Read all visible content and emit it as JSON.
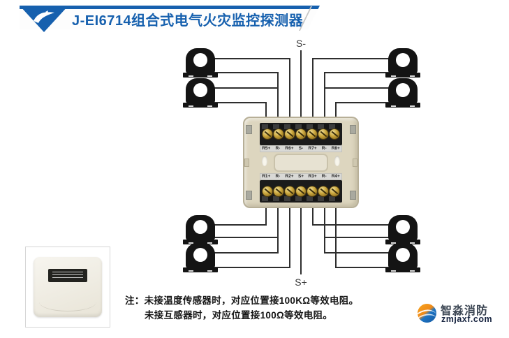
{
  "header": {
    "title": "J-EI6714组合式电气火灾监控探测器"
  },
  "icons": {
    "brand_emblem": "white-swoosh-bird-on-blue-triangle",
    "current_transformer": "black-ring-clamp-ct",
    "terminal_screw": "brass-screw",
    "watermark_logo": "orange-blue-swirl-circle"
  },
  "bus": {
    "top_label": "S-",
    "bottom_label": "S+"
  },
  "device": {
    "top_terminals": [
      "R5+",
      "R-",
      "R6+",
      "S-",
      "R7+",
      "R-",
      "R8+"
    ],
    "bottom_terminals": [
      "R1+",
      "R-",
      "R2+",
      "S+",
      "R3+",
      "R-",
      "R4+"
    ]
  },
  "note": {
    "prefix": "注：",
    "line1": "未接温度传感器时，对应位置接100KΩ等效电阻。",
    "line2": "未接互感器时，对应位置接100Ω等效电阻。"
  },
  "watermark": {
    "name": "智淼消防",
    "site": "zmjaxf.com"
  },
  "colors": {
    "brand_blue": "#1660ae",
    "device_base": "#ddd6bf",
    "terminal_block": "#1b1b1b",
    "screw_gold": "#c9a53b",
    "wire": "#2e2e2e",
    "logo_orange": "#f29b1d",
    "logo_blue": "#1a6fc0"
  }
}
